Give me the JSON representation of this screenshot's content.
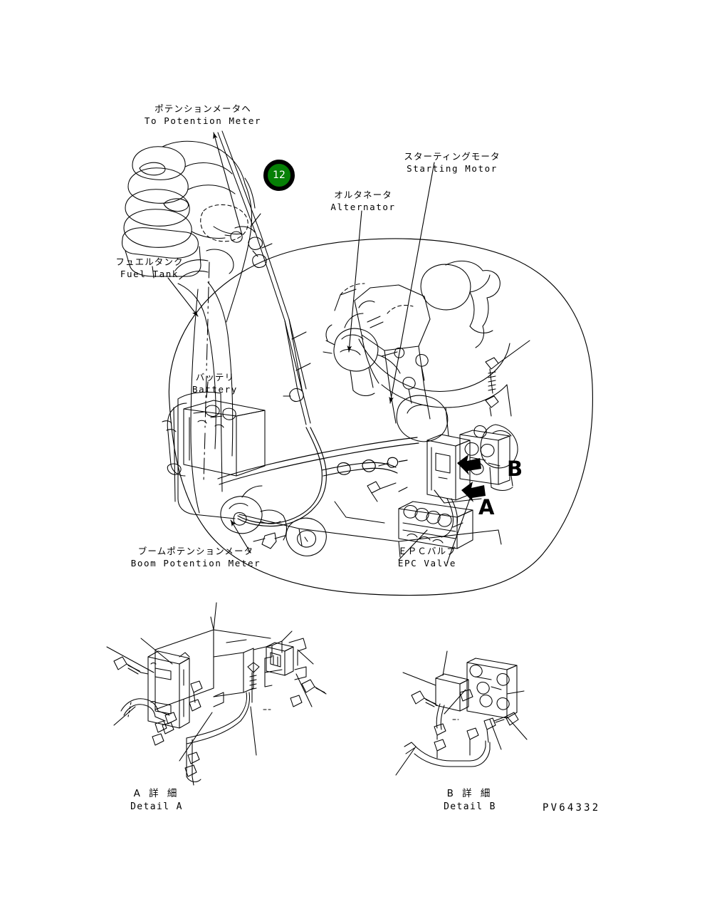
{
  "drawing": {
    "number": "PV64332",
    "figure_badge": "12",
    "badge_color": "#068006",
    "line_color": "#000000",
    "background": "#ffffff"
  },
  "callouts": [
    {
      "id": "to-potention-meter",
      "jp": "ポテンションメータヘ",
      "en": "To Potention Meter"
    },
    {
      "id": "starting-motor",
      "jp": "スターティングモータ",
      "en": "Starting Motor"
    },
    {
      "id": "alternator",
      "jp": "オルタネータ",
      "en": "Alternator"
    },
    {
      "id": "fuel-tank",
      "jp": "フュエルタンク",
      "en": "Fuel Tank"
    },
    {
      "id": "battery",
      "jp": "バッテリ",
      "en": "Battery"
    },
    {
      "id": "boom-potention-meter",
      "jp": "ブームポテンションメータ",
      "en": "Boom Potention Meter"
    },
    {
      "id": "epc-valve",
      "jp": "ＥＰＣバルブ",
      "en": "EPC Valve"
    }
  ],
  "section_marks": [
    {
      "id": "section-a",
      "label": "A"
    },
    {
      "id": "section-b",
      "label": "B"
    }
  ],
  "details": [
    {
      "id": "detail-a",
      "jp": "A 詳 細",
      "en": "Detail A"
    },
    {
      "id": "detail-b",
      "jp": "B 詳 細",
      "en": "Detail B"
    }
  ]
}
